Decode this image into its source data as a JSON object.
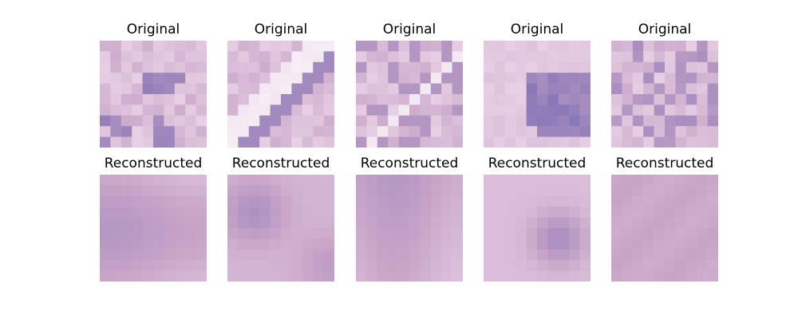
{
  "figure": {
    "rows": [
      {
        "title": "Original",
        "kind": "original",
        "panels": [
          {
            "index": 1,
            "description": "pink/lavender tissue patch with purple blob texture"
          },
          {
            "index": 2,
            "description": "diagonal purple and white streaks"
          },
          {
            "index": 3,
            "description": "pink patch with pale diagonal streak"
          },
          {
            "index": 4,
            "description": "light pink with purple cell cluster at lower right"
          },
          {
            "index": 5,
            "description": "speckled pink/purple texture"
          }
        ]
      },
      {
        "title": "Reconstructed",
        "kind": "reconstructed",
        "panels": [
          {
            "index": 1,
            "description": "smooth blurry pink/mauve"
          },
          {
            "index": 2,
            "description": "blurry mauve with dark upper-left"
          },
          {
            "index": 3,
            "description": "blurry mauve, darker top"
          },
          {
            "index": 4,
            "description": "light pink with dark blurry blob center-right"
          },
          {
            "index": 5,
            "description": "uniform smooth mauve"
          }
        ]
      }
    ],
    "palette": {
      "light_pink": "#e8cfe4",
      "mauve": "#c7a3c8",
      "purple": "#8a79b8",
      "white": "#f7eef6"
    }
  }
}
